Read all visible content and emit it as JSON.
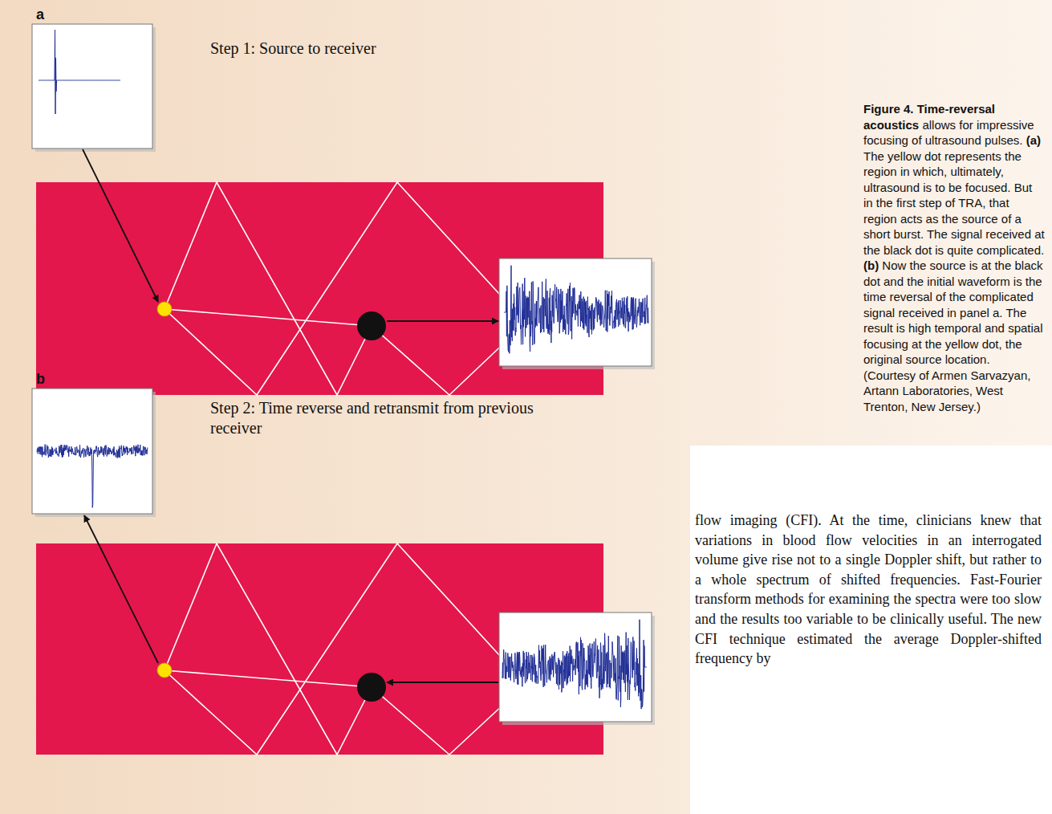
{
  "diagram": {
    "caption": "Figure 4. Time-reversal acoustics allows for impressive focusing of ultrasound pulses. (a) The yellow dot represents the region in which, ultimately, ultrasound is to be focused. But in the first step of TRA, that region acts as the source of a short burst. The signal received at the black dot is quite complicated. (b) Now the source is at the black dot and the initial waveform is the time reversal of the complicated signal received in panel a. The result is high temporal and spatial focusing at the yellow dot, the original source location. (Courtesy of Armen Sarvazyan, Artann Laboratories, West Trenton, New Jersey.)",
    "labels": [
      "a",
      "Step 1: Source to receiver",
      "b",
      "Step 2: Time reverse and retransmit from previous receiver",
      "flow imaging (CFI). At the time, clinicians knew that variations in blood flow velocities in an interrogated volume give rise not to a single Doppler shift, but rather to a whole spectrum of shifted frequencies. Fast-Fourier transform methods for examining the spectra were too slow and the results too variable to be clinically useful. The new CFI technique estimated the average Doppler-shifted frequency by"
    ]
  }
}
